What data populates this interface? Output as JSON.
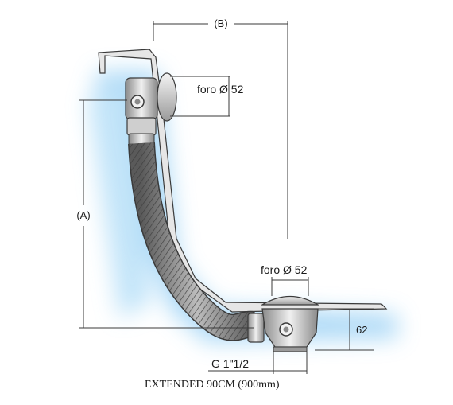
{
  "dimensions": {
    "b_label": "(B)",
    "a_label": "(A)",
    "hole_top_label": "foro Ø 52",
    "hole_bottom_label": "foro Ø 52",
    "height_label": "62",
    "thread_label": "G 1\"1/2"
  },
  "caption": "EXTENDED 90CM (900mm)",
  "colors": {
    "glow": "#9fd3f5",
    "metal_dark": "#6d6d6d",
    "metal_light": "#e6e6e6",
    "line": "#3a3a3a"
  }
}
